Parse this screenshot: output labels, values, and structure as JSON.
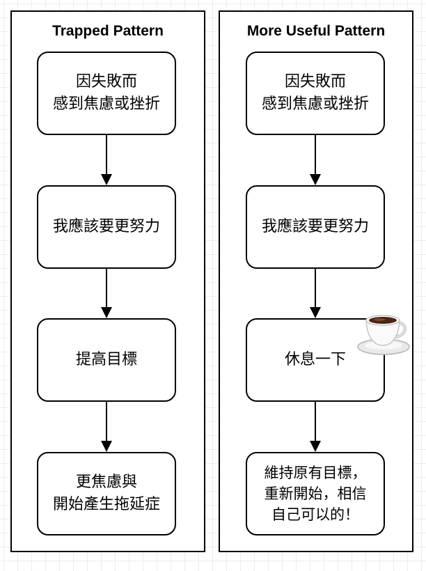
{
  "diagram": {
    "left_panel": {
      "title": "Trapped Pattern",
      "steps": [
        "因失敗而\n感到焦慮或挫折",
        "我應該要更努力",
        "提高目標",
        "更焦慮與\n開始產生拖延症"
      ]
    },
    "right_panel": {
      "title": "More Useful Pattern",
      "steps": [
        "因失敗而\n感到焦慮或挫折",
        "我應該要更努力",
        "休息一下",
        "維持原有目標，\n重新開始，相信\n自己可以的！"
      ]
    },
    "icons": [
      "coffee-cup-icon"
    ],
    "colors": {
      "line": "#000000",
      "background": "#ffffff",
      "grid": "#ececec"
    }
  }
}
